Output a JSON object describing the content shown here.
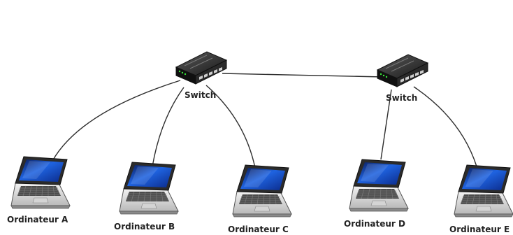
{
  "diagram": {
    "switches": [
      {
        "id": "sw1",
        "label": "Switch"
      },
      {
        "id": "sw2",
        "label": "Switch"
      }
    ],
    "computers": [
      {
        "id": "pcA",
        "label": "Ordinateur A"
      },
      {
        "id": "pcB",
        "label": "Ordinateur B"
      },
      {
        "id": "pcC",
        "label": "Ordinateur C"
      },
      {
        "id": "pcD",
        "label": "Ordinateur D"
      },
      {
        "id": "pcE",
        "label": "Ordinateur E"
      }
    ],
    "links": [
      {
        "from": "sw1",
        "to": "sw2"
      },
      {
        "from": "sw1",
        "to": "pcA"
      },
      {
        "from": "sw1",
        "to": "pcB"
      },
      {
        "from": "sw1",
        "to": "pcC"
      },
      {
        "from": "sw2",
        "to": "pcD"
      },
      {
        "from": "sw2",
        "to": "pcE"
      }
    ]
  }
}
